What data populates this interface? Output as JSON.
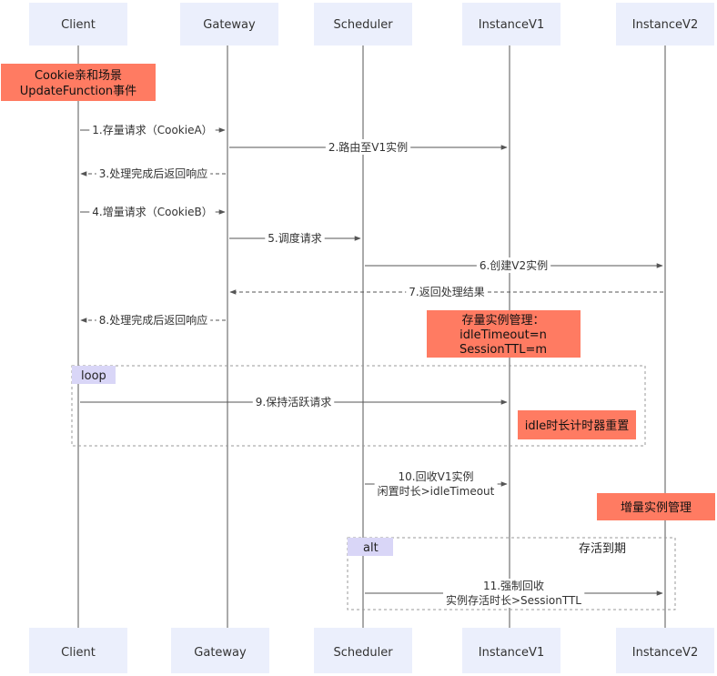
{
  "colors": {
    "participant_fill": "#ebeffc",
    "note_fill": "#ff7b62",
    "fragment_tag_fill": "#d9d6f7",
    "line": "#555555"
  },
  "participants": [
    "Client",
    "Gateway",
    "Scheduler",
    "InstanceV1",
    "InstanceV2"
  ],
  "notes": {
    "title": [
      "Cookie亲和场景",
      "UpdateFunction事件"
    ],
    "stock": [
      "存量实例管理：",
      "idleTimeout=n",
      "SessionTTL=m"
    ],
    "idle_reset": [
      "idle时长计时器重置"
    ],
    "incremental": [
      "增量实例管理"
    ]
  },
  "messages": [
    {
      "label": [
        "1.存量请求（CookieA）"
      ],
      "from": "Client",
      "to": "Gateway",
      "dashed": false
    },
    {
      "label": [
        "2.路由至V1实例"
      ],
      "from": "Gateway",
      "to": "InstanceV1",
      "dashed": false
    },
    {
      "label": [
        "3.处理完成后返回响应"
      ],
      "from": "Gateway",
      "to": "Client",
      "dashed": true
    },
    {
      "label": [
        "4.增量请求（CookieB）"
      ],
      "from": "Client",
      "to": "Gateway",
      "dashed": false
    },
    {
      "label": [
        "5.调度请求"
      ],
      "from": "Gateway",
      "to": "Scheduler",
      "dashed": false
    },
    {
      "label": [
        "6.创建V2实例"
      ],
      "from": "Scheduler",
      "to": "InstanceV2",
      "dashed": false
    },
    {
      "label": [
        "7.返回处理结果"
      ],
      "from": "InstanceV2",
      "to": "Gateway",
      "dashed": true
    },
    {
      "label": [
        "8.处理完成后返回响应"
      ],
      "from": "Gateway",
      "to": "Client",
      "dashed": true
    },
    {
      "label": [
        "9.保持活跃请求"
      ],
      "from": "Client",
      "to": "InstanceV1",
      "dashed": false
    },
    {
      "label": [
        "10.回收V1实例",
        "闲置时长>idleTimeout"
      ],
      "from": "Scheduler",
      "to": "InstanceV1",
      "dashed": false
    },
    {
      "label": [
        "11.强制回收",
        "实例存活时长>SessionTTL"
      ],
      "from": "Scheduler",
      "to": "InstanceV2",
      "dashed": false
    }
  ],
  "fragments": {
    "loop": {
      "tag": "loop"
    },
    "alt": {
      "tag": "alt",
      "condition": "存活到期"
    }
  }
}
